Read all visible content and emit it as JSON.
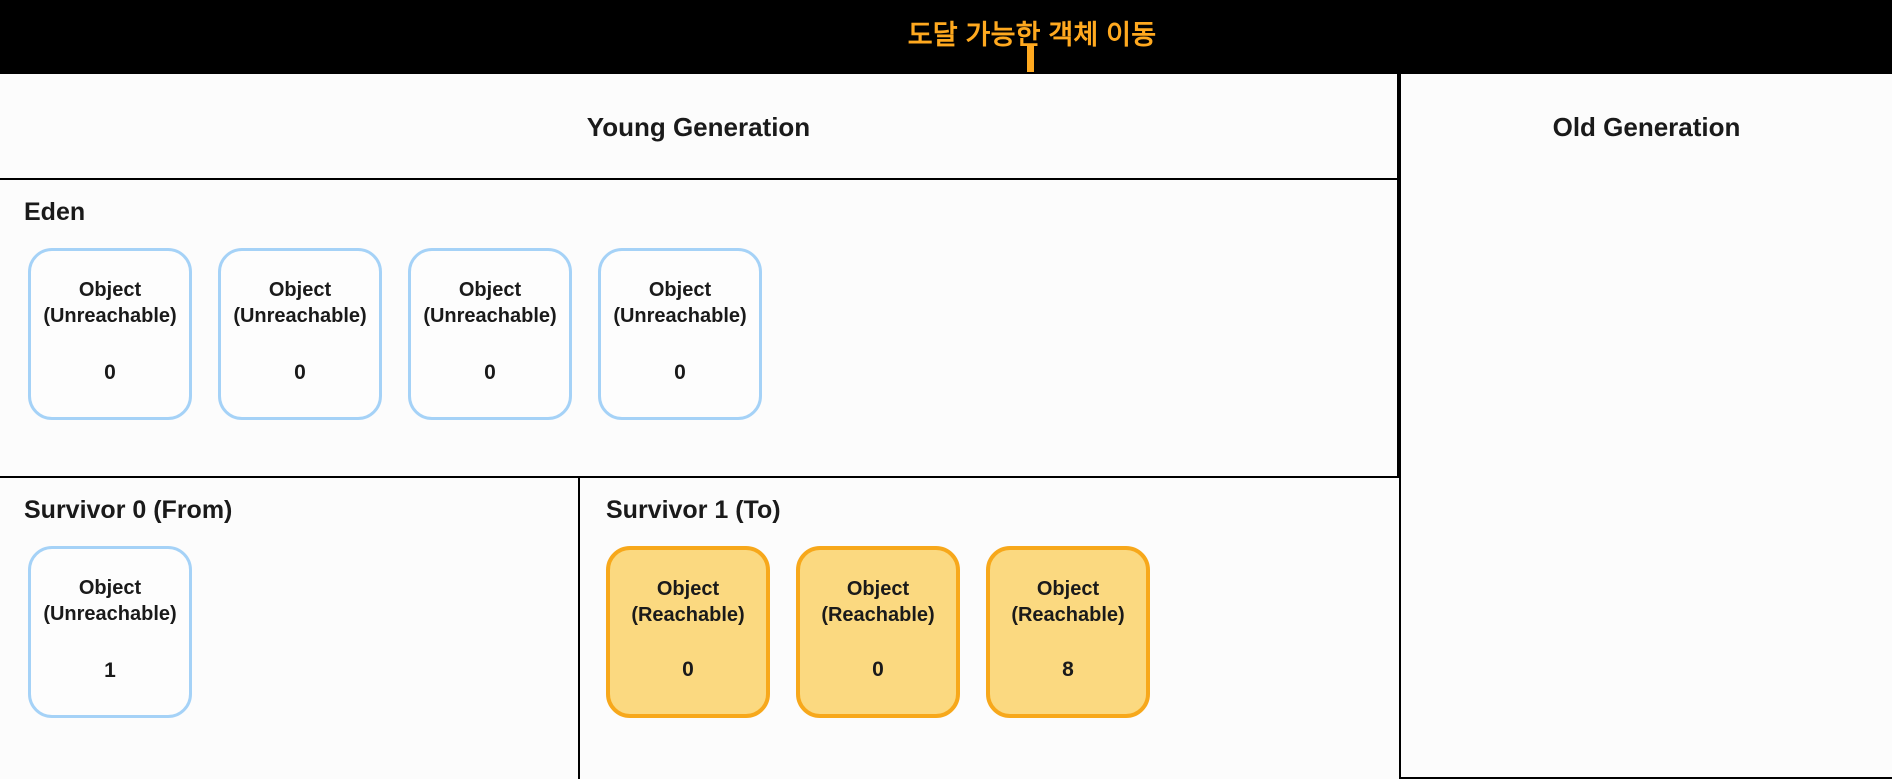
{
  "banner": {
    "title": "도달 가능한 객체 이동",
    "title_color": "#FFA91F",
    "background": "#000000"
  },
  "annotation": {
    "arrow_color": "#FFA91F",
    "arrow_head_shape": "diamond",
    "points_to": "Survivor 1 (To)"
  },
  "young_generation": {
    "header": "Young Generation",
    "eden": {
      "label": "Eden",
      "objects": [
        {
          "label": "Object\n(Unreachable)",
          "value": "0",
          "state": "unreachable"
        },
        {
          "label": "Object\n(Unreachable)",
          "value": "0",
          "state": "unreachable"
        },
        {
          "label": "Object\n(Unreachable)",
          "value": "0",
          "state": "unreachable"
        },
        {
          "label": "Object\n(Unreachable)",
          "value": "0",
          "state": "unreachable"
        }
      ]
    },
    "survivor0": {
      "label": "Survivor 0 (From)",
      "objects": [
        {
          "label": "Object\n(Unreachable)",
          "value": "1",
          "state": "unreachable"
        }
      ]
    },
    "survivor1": {
      "label": "Survivor 1 (To)",
      "objects": [
        {
          "label": "Object\n(Reachable)",
          "value": "0",
          "state": "reachable"
        },
        {
          "label": "Object\n(Reachable)",
          "value": "0",
          "state": "reachable"
        },
        {
          "label": "Object\n(Reachable)",
          "value": "8",
          "state": "reachable"
        }
      ]
    }
  },
  "old_generation": {
    "header": "Old Generation",
    "objects": []
  },
  "colors": {
    "unreachable_border": "#A5D2F7",
    "unreachable_fill": "#FDFDFD",
    "reachable_border": "#F7A81B",
    "reachable_fill": "#FBD980",
    "panel_background": "#FCFCFC",
    "panel_border": "#000000",
    "text": "#1A1A1A"
  }
}
